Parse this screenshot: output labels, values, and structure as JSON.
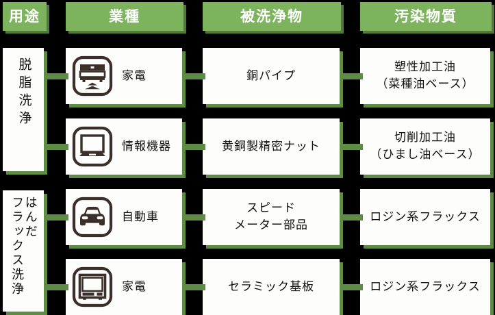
{
  "headers": [
    {
      "label": "用途"
    },
    {
      "label": "業種"
    },
    {
      "label": "被洗浄物"
    },
    {
      "label": "汚染物質"
    }
  ],
  "purposes": [
    {
      "lines": [
        "脱脂洗浄"
      ]
    },
    {
      "lines": [
        "はんだ",
        "フラックス洗浄"
      ]
    }
  ],
  "rows": [
    {
      "icon": "air-conditioner-icon",
      "industry": "家電",
      "cleaned_object": "銅パイプ",
      "contaminant": "塑性加工油\n（菜種油ベース）"
    },
    {
      "icon": "laptop-icon",
      "industry": "情報機器",
      "cleaned_object": "黄銅製精密ナット",
      "contaminant": "切削加工油\n（ひまし油ベース）"
    },
    {
      "icon": "car-icon",
      "industry": "自動車",
      "cleaned_object": "スピード\nメーター部品",
      "contaminant": "ロジン系フラックス"
    },
    {
      "icon": "crt-monitor-icon",
      "industry": "家電",
      "cleaned_object": "セラミック基板",
      "contaminant": "ロジン系フラックス"
    }
  ],
  "colors": {
    "background": "#000000",
    "header_fill": "#7cb35c",
    "header_shadow": "#4f7a39",
    "cell_fill": "#fdfdfb",
    "cell_shadow": "#5f8c45",
    "connector": "#5f8c45",
    "icon_stroke": "#3b2f2b",
    "text": "#111111"
  }
}
